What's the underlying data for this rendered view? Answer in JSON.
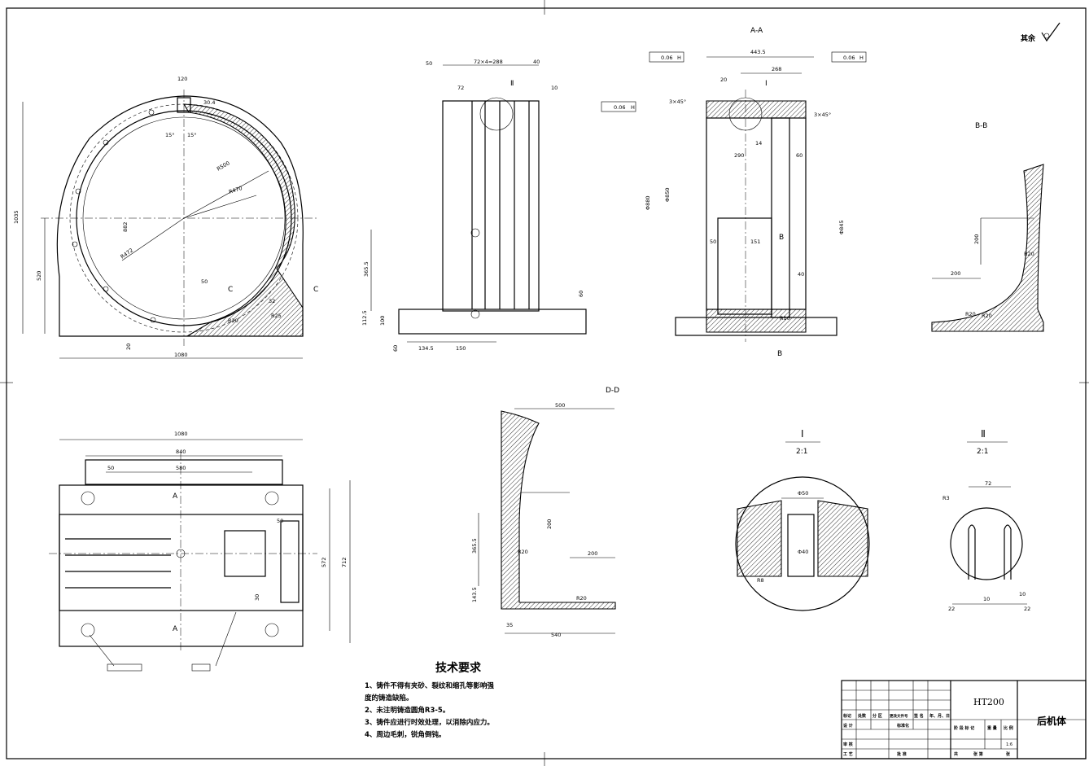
{
  "sheet": {
    "part_name": "后机体",
    "material": "HT200",
    "scale": "1:6",
    "roughness_other": "其余",
    "title_block": {
      "row_marks": "标记",
      "row_count": "处数",
      "row_zone": "分 区",
      "row_change_doc": "更改文件号",
      "row_sign": "签 名",
      "row_date": "年、月、日",
      "designer": "设 计",
      "standardize": "标准化",
      "review": "审 核",
      "process": "工 艺",
      "approve": "批 准",
      "stage_mark": "阶 段 标 记",
      "weight": "重 量",
      "ratio": "比 例",
      "total_sheets": "共",
      "sheet_no": "张 第",
      "sheet_unit": "张"
    }
  },
  "views": {
    "section_aa": "A-A",
    "section_bb": "B-B",
    "section_dd": "D-D",
    "detail_1": "Ⅰ",
    "detail_1_scale": "2:1",
    "detail_2": "Ⅱ",
    "detail_2_scale": "2:1",
    "cut_a": "A",
    "cut_b": "B",
    "cut_c": "C"
  },
  "dims": {
    "front": [
      "1035",
      "1080",
      "520",
      "120",
      "30.4",
      "15°",
      "15°",
      "R500",
      "R470",
      "R472",
      "882",
      "50",
      "32",
      "20",
      "R20",
      "R25"
    ],
    "side": [
      "50",
      "72×4=288",
      "40",
      "10",
      "72",
      "365.5",
      "112.5",
      "100",
      "60",
      "134.5",
      "150",
      "60"
    ],
    "aa": [
      "443.5",
      "268",
      "20",
      "3×45°",
      "3×45°",
      "290",
      "14",
      "60",
      "151",
      "50",
      "40",
      "Φ880",
      "Φ850",
      "Φ845",
      "R10"
    ],
    "tol": [
      "0.06",
      "H",
      "0.06",
      "H",
      "0.06",
      "H"
    ],
    "bb": [
      "200",
      "200",
      "R20",
      "R20",
      "R20"
    ],
    "plan": [
      "1080",
      "840",
      "580",
      "50",
      "572",
      "712",
      "50",
      "30"
    ],
    "dd": [
      "500",
      "200",
      "200",
      "365.5",
      "143.5",
      "35",
      "540",
      "R20",
      "R20"
    ],
    "d1": [
      "Φ50",
      "Φ40",
      "R8"
    ],
    "d2": [
      "72",
      "R3",
      "22",
      "10",
      "10",
      "22"
    ]
  },
  "notes": {
    "title": "技术要求",
    "items": [
      "1、铸件不得有夹砂、裂纹和缩孔等影响强",
      "度的铸造缺陷。",
      "2、未注明铸造圆角R3-5。",
      "3、铸件应进行时效处理，以消除内应力。",
      "4、周边毛刺，锐角倒钝。"
    ]
  }
}
